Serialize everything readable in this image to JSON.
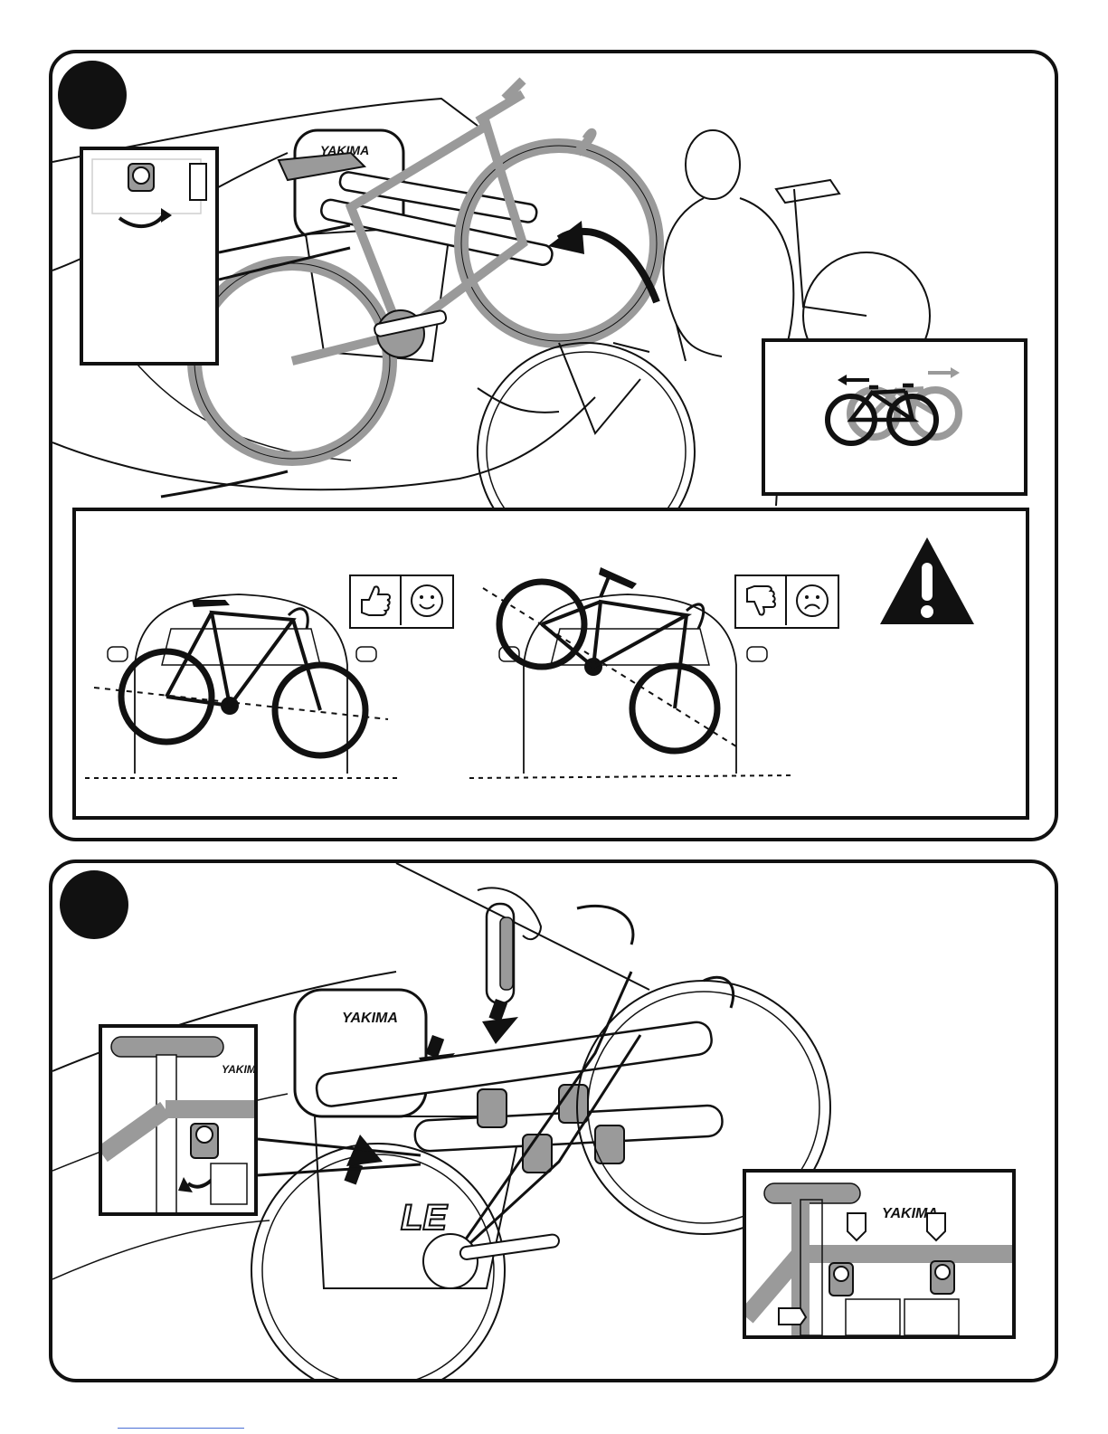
{
  "brand": {
    "logo": "YAKIMA",
    "frame_text": "LE"
  },
  "icons": {
    "step_marker": "filled-black-circle",
    "thumbs_up": "thumbs-up-icon",
    "thumbs_down": "thumbs-down-icon",
    "smiley": "happy-face-icon",
    "frown": "sad-face-icon",
    "warning": "warning-triangle-icon",
    "bike_shift": "bike-shift-arrows-icon"
  },
  "colors": {
    "line": "#111111",
    "gray_fill": "#9a9a9a",
    "light_gray": "#cfcfcf"
  }
}
